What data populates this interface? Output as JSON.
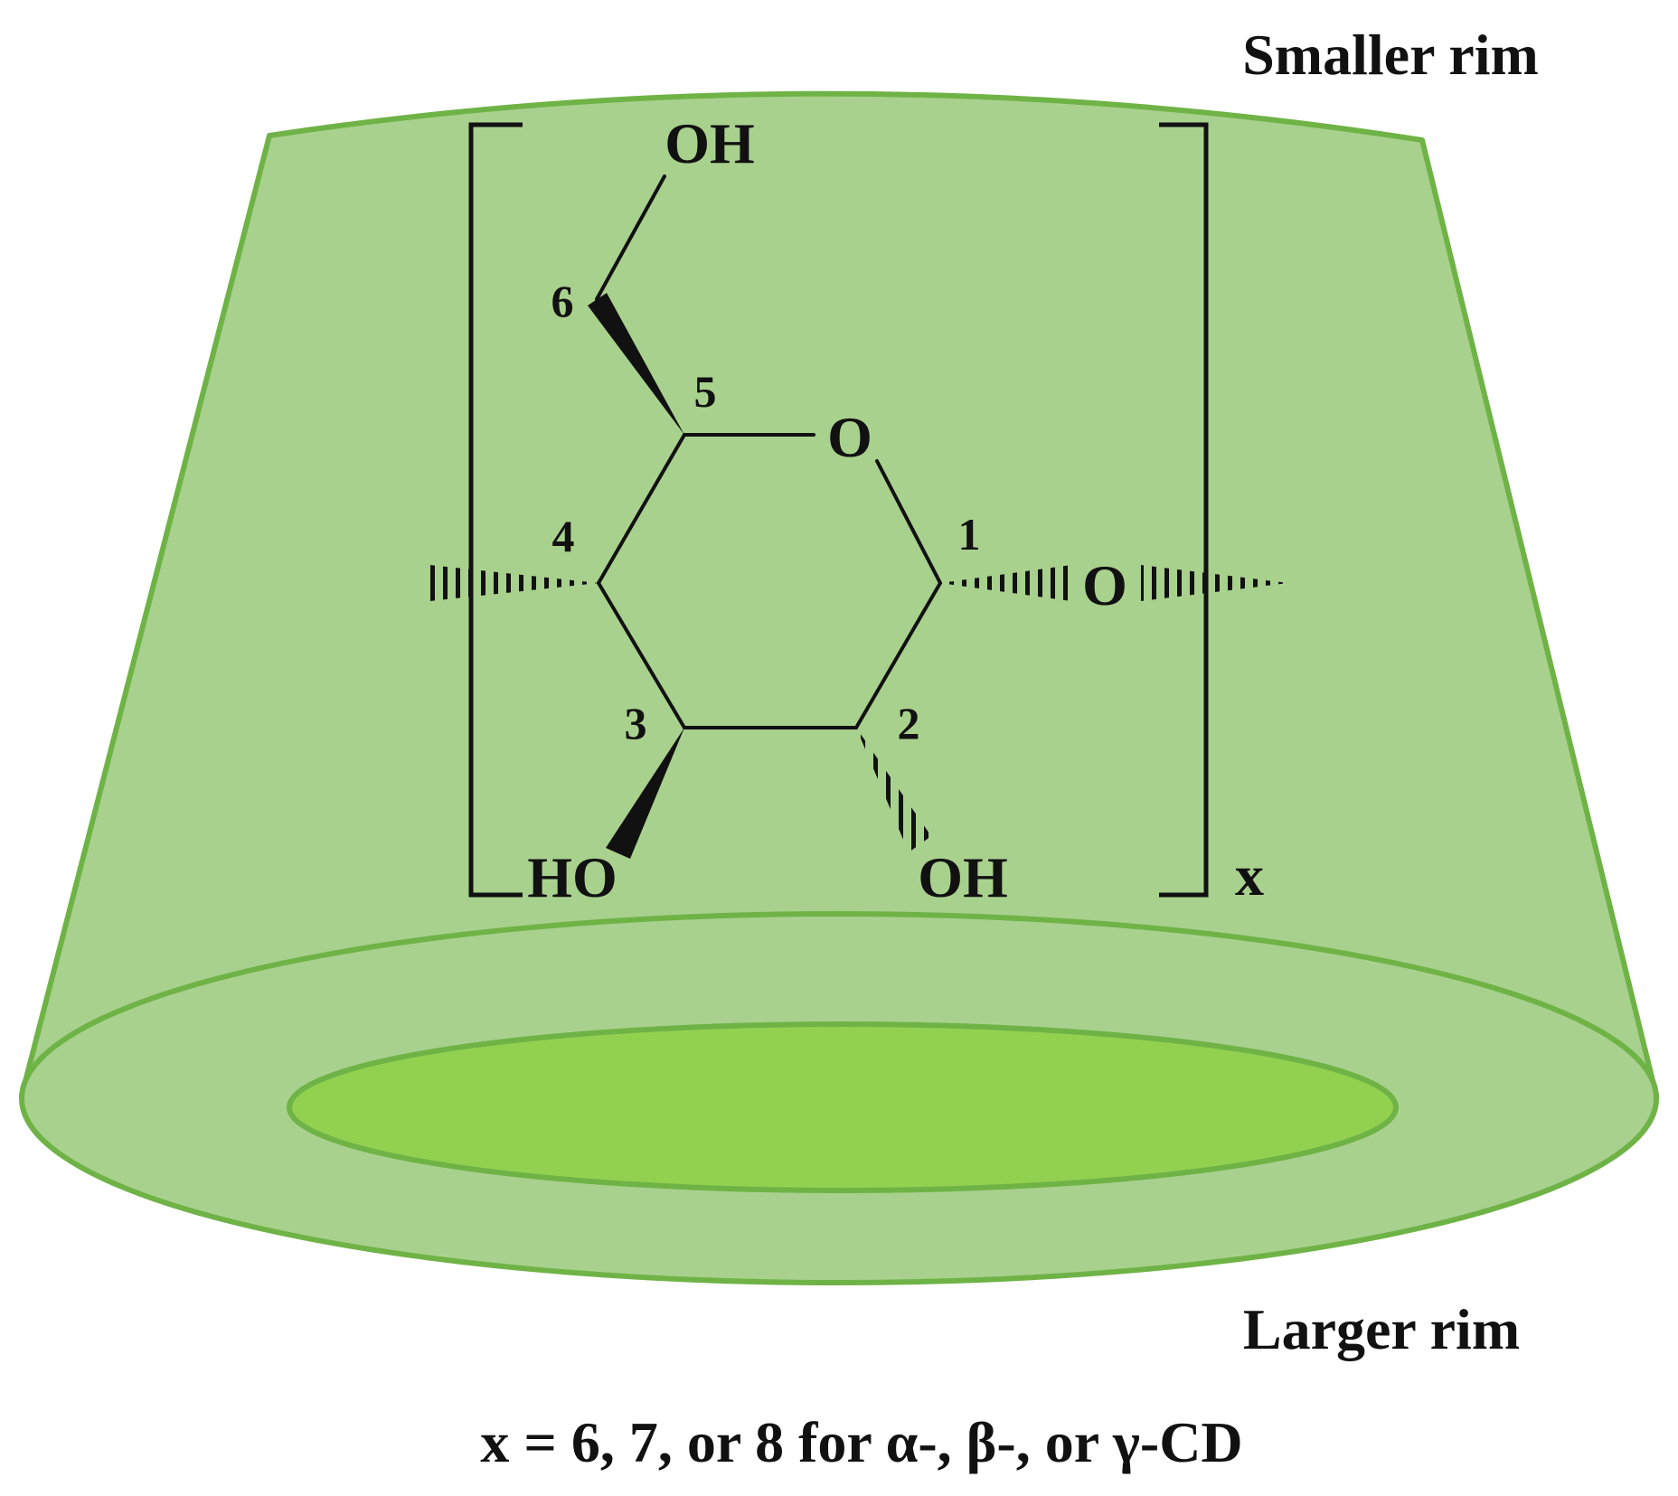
{
  "labels": {
    "smaller_rim": "Smaller rim",
    "larger_rim": "Larger rim",
    "caption": "x = 6, 7, or 8 for α-, β-, or γ-CD"
  },
  "molecule": {
    "oh_top": "OH",
    "ring_oxygen": "O",
    "glycosidic_oxygen": "O",
    "ho_bottom_left": "HO",
    "oh_bottom_right": "OH",
    "subscript": "x",
    "carbons": [
      "1",
      "2",
      "3",
      "4",
      "5",
      "6"
    ]
  },
  "colors": {
    "cone_fill": "#a9d18e",
    "cone_stroke": "#6fb347",
    "cavity_fill": "#92d050",
    "ink": "#111111"
  }
}
